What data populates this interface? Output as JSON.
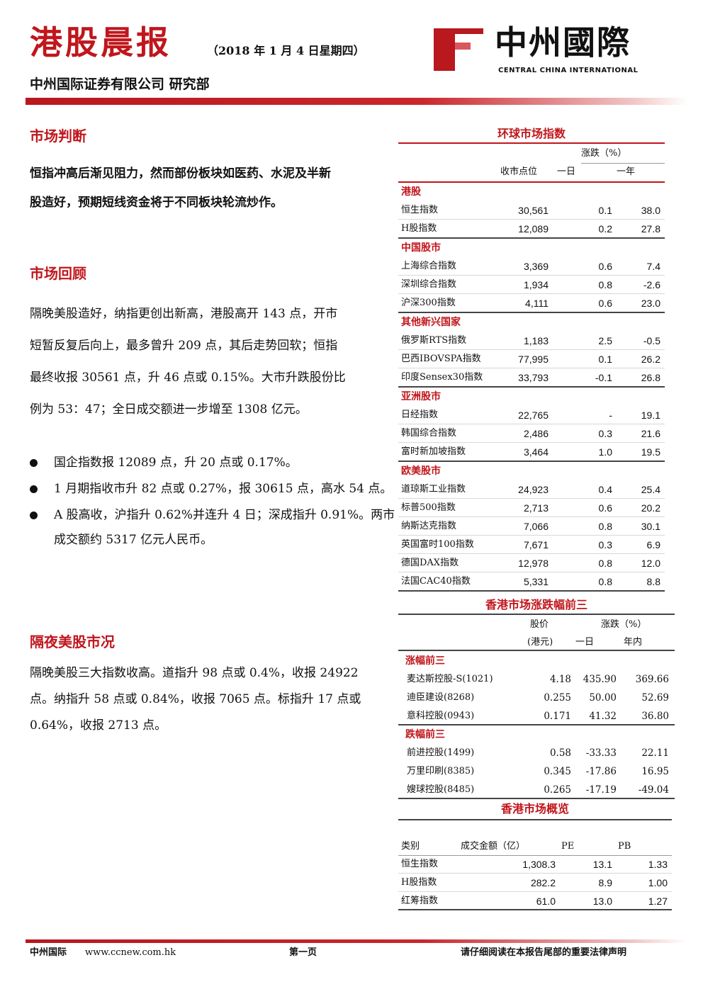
{
  "header": {
    "title": "港股晨报",
    "date": "（2018 年 1 月 4 日星期四）",
    "company": "中州国际证券有限公司 研究部",
    "logo_cn": "中州國際",
    "logo_en": "CENTRAL CHINA INTERNATIONAL",
    "brand_color": "#c0161c"
  },
  "judgement": {
    "title": "市场判断",
    "lines": [
      "恒指冲高后渐见阻力，然而部份板块如医药、水泥及半新",
      "股造好，预期短线资金将于不同板块轮流炒作。"
    ]
  },
  "review": {
    "title": "市场回顾",
    "lines": [
      "隔晚美股造好，纳指更创出新高，港股高开 143 点，开市",
      "短暂反复后向上，最多曾升 209 点，其后走势回软；恒指",
      "最终收报 30561 点，升 46 点或 0.15%。大市升跌股份比",
      "例为 53：47；全日成交额进一步增至 1308 亿元。"
    ],
    "bullets": [
      "国企指数报 12089 点，升 20 点或 0.17%。",
      "1 月期指收市升 82 点或 0.27%，报 30615 点，高水 54 点。",
      "A 股高收，沪指升 0.62%并连升 4 日；深成指升 0.91%。两市成交额约 5317 亿元人民币。"
    ]
  },
  "us": {
    "title": "隔夜美股市况",
    "lines": [
      "隔晚美股三大指数收高。道指升 98 点或 0.4%，收报 24922",
      "点。纳指升 58 点或 0.84%，收报 7065 点。标指升 17 点或",
      "0.64%，收报 2713 点。"
    ]
  },
  "global": {
    "title": "环球市场指数",
    "hdr_change": "涨跌（%）",
    "hdr_close": "收市点位",
    "hdr_day": "一日",
    "hdr_year": "一年",
    "groups": [
      {
        "name": "港股",
        "rows": [
          {
            "name": "恒生指数",
            "close": "30,561",
            "day": "0.1",
            "year": "38.0"
          },
          {
            "name": "H股指数",
            "close": "12,089",
            "day": "0.2",
            "year": "27.8"
          }
        ]
      },
      {
        "name": "中国股市",
        "rows": [
          {
            "name": "上海综合指数",
            "close": "3,369",
            "day": "0.6",
            "year": "7.4"
          },
          {
            "name": "深圳综合指数",
            "close": "1,934",
            "day": "0.8",
            "year": "-2.6"
          },
          {
            "name": "沪深300指数",
            "close": "4,111",
            "day": "0.6",
            "year": "23.0"
          }
        ]
      },
      {
        "name": "其他新兴国家",
        "rows": [
          {
            "name": "俄罗斯RTS指数",
            "close": "1,183",
            "day": "2.5",
            "year": "-0.5"
          },
          {
            "name": "巴西IBOVSPA指数",
            "close": "77,995",
            "day": "0.1",
            "year": "26.2"
          },
          {
            "name": "印度Sensex30指数",
            "close": "33,793",
            "day": "-0.1",
            "year": "26.8"
          }
        ]
      },
      {
        "name": "亚洲股市",
        "rows": [
          {
            "name": "日经指数",
            "close": "22,765",
            "day": "-",
            "year": "19.1"
          },
          {
            "name": "韩国综合指数",
            "close": "2,486",
            "day": "0.3",
            "year": "21.6"
          },
          {
            "name": "富时新加坡指数",
            "close": "3,464",
            "day": "1.0",
            "year": "19.5"
          }
        ]
      },
      {
        "name": "欧美股市",
        "rows": [
          {
            "name": "道琼斯工业指数",
            "close": "24,923",
            "day": "0.4",
            "year": "25.4"
          },
          {
            "name": "标普500指数",
            "close": "2,713",
            "day": "0.6",
            "year": "20.2"
          },
          {
            "name": "纳斯达克指数",
            "close": "7,066",
            "day": "0.8",
            "year": "30.1"
          },
          {
            "name": "英国富时100指数",
            "close": "7,671",
            "day": "0.3",
            "year": "6.9"
          },
          {
            "name": "德国DAX指数",
            "close": "12,978",
            "day": "0.8",
            "year": "12.0"
          },
          {
            "name": "法国CAC40指数",
            "close": "5,331",
            "day": "0.8",
            "year": "8.8"
          }
        ]
      }
    ]
  },
  "movers": {
    "title": "香港市场涨跌幅前三",
    "hdr_price": "股价",
    "hdr_price_unit": "(港元)",
    "hdr_change": "涨跌（%）",
    "hdr_day": "一日",
    "hdr_ytd": "年内",
    "groups": [
      {
        "name": "涨幅前三",
        "rows": [
          {
            "name": "麦达斯控股-S(1021)",
            "price": "4.18",
            "day": "435.90",
            "ytd": "369.66"
          },
          {
            "name": "迪臣建设(8268)",
            "price": "0.255",
            "day": "50.00",
            "ytd": "52.69"
          },
          {
            "name": "意科控股(0943)",
            "price": "0.171",
            "day": "41.32",
            "ytd": "36.80"
          }
        ]
      },
      {
        "name": "跌幅前三",
        "rows": [
          {
            "name": "前进控股(1499)",
            "price": "0.58",
            "day": "-33.33",
            "ytd": "22.11"
          },
          {
            "name": "万里印刷(8385)",
            "price": "0.345",
            "day": "-17.86",
            "ytd": "16.95"
          },
          {
            "name": "嫂球控股(8485)",
            "price": "0.265",
            "day": "-17.19",
            "ytd": "-49.04"
          }
        ]
      }
    ]
  },
  "overview": {
    "title": "香港市场概览",
    "headers": [
      "类别",
      "成交金额（亿）",
      "PE",
      "PB"
    ],
    "rows": [
      {
        "name": "恒生指数",
        "amount": "1,308.3",
        "pe": "13.1",
        "pb": "1.33"
      },
      {
        "name": "H股指数",
        "amount": "282.2",
        "pe": "8.9",
        "pb": "1.00"
      },
      {
        "name": "红筹指数",
        "amount": "61.0",
        "pe": "13.0",
        "pb": "1.27"
      }
    ]
  },
  "footer": {
    "left": "中州国际",
    "site": "www.ccnew.com.hk",
    "page": "第一页",
    "right": "请仔细阅读在本报告尾部的重要法律声明"
  }
}
